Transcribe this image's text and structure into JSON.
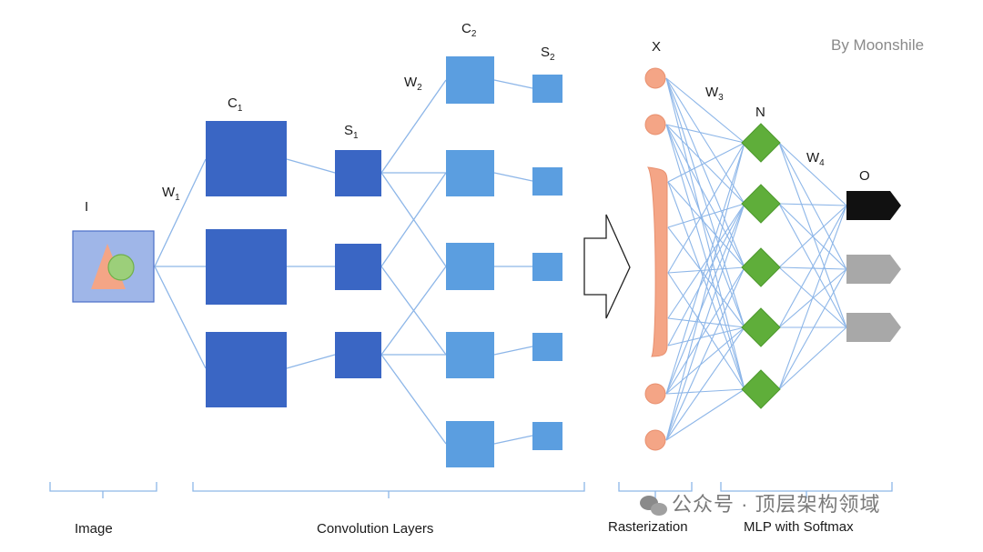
{
  "credit": "By Moonshile",
  "labels": {
    "image_node": "I",
    "w1": {
      "main": "W",
      "sub": "1"
    },
    "c1": {
      "main": "C",
      "sub": "1"
    },
    "s1": {
      "main": "S",
      "sub": "1"
    },
    "w2": {
      "main": "W",
      "sub": "2"
    },
    "c2": {
      "main": "C",
      "sub": "2"
    },
    "s2": {
      "main": "S",
      "sub": "2"
    },
    "x": "X",
    "w3": {
      "main": "W",
      "sub": "3"
    },
    "n": "N",
    "w4": {
      "main": "W",
      "sub": "4"
    },
    "o": "O"
  },
  "sections": [
    "Image",
    "Convolution Layers",
    "Rasterization",
    "MLP with Softmax"
  ],
  "watermark": "公众号 · 顶层架构领域",
  "colors": {
    "dark_blue": "#3a66c4",
    "mid_blue": "#5b8fd6",
    "light_blue": "#6aaee8",
    "line_blue": "#8db6e8",
    "node_orange": "#f4a586",
    "node_green": "#5fae3a",
    "output_black": "#111111",
    "output_gray": "#a8a8a8",
    "image_bg": "#9fb6e8"
  }
}
